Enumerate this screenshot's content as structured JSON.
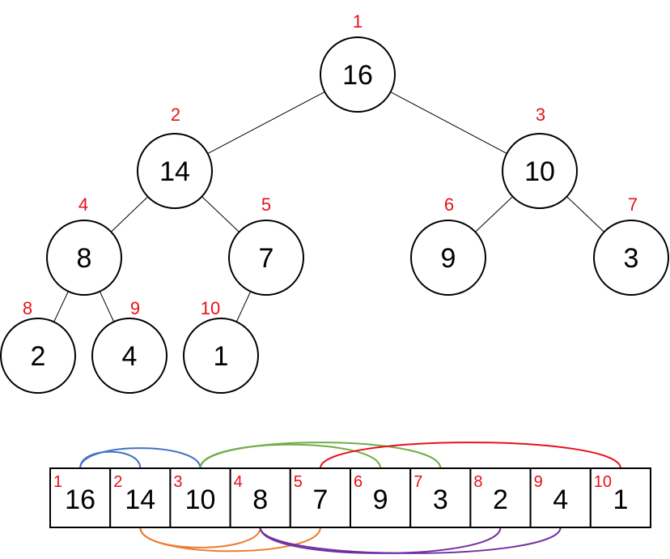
{
  "index_color": "#e8101a",
  "tree": {
    "nodes": [
      {
        "index": "1",
        "value": "16"
      },
      {
        "index": "2",
        "value": "14"
      },
      {
        "index": "3",
        "value": "10"
      },
      {
        "index": "4",
        "value": "8"
      },
      {
        "index": "5",
        "value": "7"
      },
      {
        "index": "6",
        "value": "9"
      },
      {
        "index": "7",
        "value": "3"
      },
      {
        "index": "8",
        "value": "2"
      },
      {
        "index": "9",
        "value": "4"
      },
      {
        "index": "10",
        "value": "1"
      }
    ],
    "edges": [
      [
        1,
        2
      ],
      [
        1,
        3
      ],
      [
        2,
        4
      ],
      [
        2,
        5
      ],
      [
        3,
        6
      ],
      [
        3,
        7
      ],
      [
        4,
        8
      ],
      [
        4,
        9
      ],
      [
        5,
        10
      ]
    ]
  },
  "array": {
    "cells": [
      {
        "index": "1",
        "value": "16"
      },
      {
        "index": "2",
        "value": "14"
      },
      {
        "index": "3",
        "value": "10"
      },
      {
        "index": "4",
        "value": "8"
      },
      {
        "index": "5",
        "value": "7"
      },
      {
        "index": "6",
        "value": "9"
      },
      {
        "index": "7",
        "value": "3"
      },
      {
        "index": "8",
        "value": "2"
      },
      {
        "index": "9",
        "value": "4"
      },
      {
        "index": "10",
        "value": "1"
      }
    ],
    "links": [
      {
        "parent": 1,
        "child": 2,
        "side": "top",
        "color": "#4472c4"
      },
      {
        "parent": 1,
        "child": 3,
        "side": "top",
        "color": "#4472c4"
      },
      {
        "parent": 3,
        "child": 6,
        "side": "top",
        "color": "#70ad47"
      },
      {
        "parent": 3,
        "child": 7,
        "side": "top",
        "color": "#70ad47"
      },
      {
        "parent": 5,
        "child": 10,
        "side": "top",
        "color": "#e8101a"
      },
      {
        "parent": 2,
        "child": 4,
        "side": "bottom",
        "color": "#ed7d31"
      },
      {
        "parent": 2,
        "child": 5,
        "side": "bottom",
        "color": "#ed7d31"
      },
      {
        "parent": 4,
        "child": 8,
        "side": "bottom",
        "color": "#7030a0"
      },
      {
        "parent": 4,
        "child": 9,
        "side": "bottom",
        "color": "#7030a0"
      }
    ]
  }
}
